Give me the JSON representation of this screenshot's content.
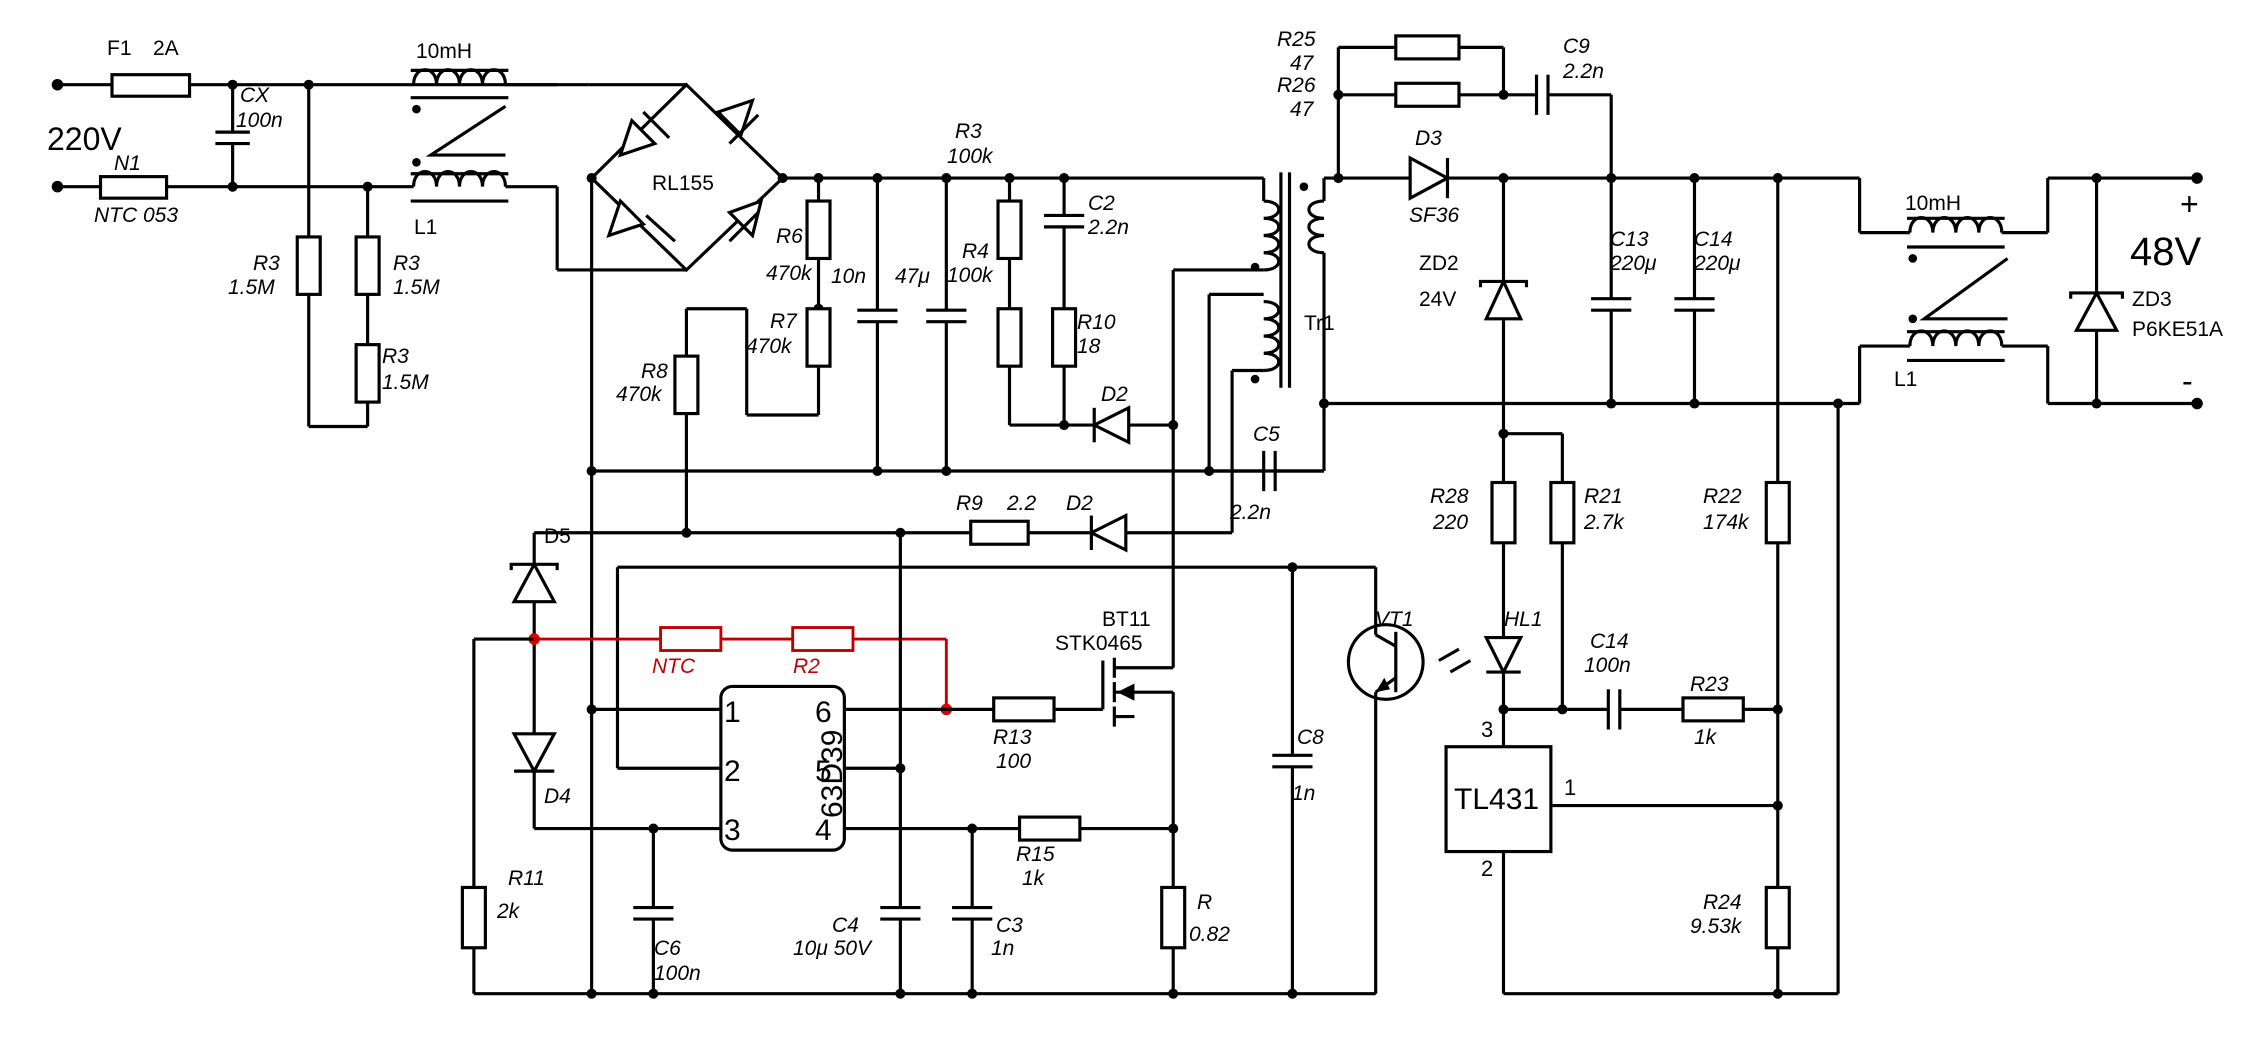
{
  "labels": {
    "f1": "F1",
    "f1v": "2A",
    "cx": "CX",
    "cxv": "100n",
    "v220": "220V",
    "n1": "N1",
    "n1v": "NTC 053",
    "l_top": "10mH",
    "l1": "L1",
    "r3a": "R3",
    "r3av": "1.5M",
    "r3b": "R3",
    "r3bv": "1.5M",
    "r3c": "R3",
    "r3cv": "1.5M",
    "rl155": "RL155",
    "r6": "R6",
    "r6v": "470k",
    "r7": "R7",
    "r7v": "470k",
    "r8": "R8",
    "r8v": "470k",
    "c10n": "10n",
    "c47": "47μ",
    "r3top": "R3",
    "r3topv": "100k",
    "r4": "R4",
    "r4v": "100k",
    "c2": "C2",
    "c2v": "2.2n",
    "r10": "R10",
    "r10v": "18",
    "d2a": "D2",
    "d2b": "D2",
    "r9": "R9",
    "r9v": "2.2",
    "c5": "C5",
    "c5v": "2.2n",
    "tr1": "Tr1",
    "r25": "R25",
    "r25v": "47",
    "r26": "R26",
    "r26v": "47",
    "c9": "C9",
    "c9v": "2.2n",
    "d3": "D3",
    "d3v": "SF36",
    "zd2": "ZD2",
    "zd2v": "24V",
    "c13": "C13",
    "c13v": "220μ",
    "c14": "C14",
    "c14v": "220μ",
    "l_out": "10mH",
    "l1_out": "L1",
    "zd3": "ZD3",
    "zd3v": "P6KE51A",
    "v48": "48V",
    "plus": "+",
    "minus": "-",
    "d5": "D5",
    "d4": "D4",
    "ntc": "NTC",
    "r2": "R2",
    "bt11": "BT11",
    "stk": "STK0465",
    "ic": "63D39",
    "p1": "1",
    "p2": "2",
    "p3": "3",
    "p4": "4",
    "p5": "5",
    "p6": "6",
    "r13": "R13",
    "r13v": "100",
    "r15": "R15",
    "r15v": "1k",
    "r": "R",
    "rv": "0.82",
    "c4": "C4",
    "c4v": "10μ 50V",
    "c3": "C3",
    "c3v": "1n",
    "c6": "C6",
    "c6v": "100n",
    "r11": "R11",
    "r11v": "2k",
    "c8": "C8",
    "c8v": "1n",
    "vt1": "VT1",
    "hl1": "HL1",
    "r28": "R28",
    "r28v": "220",
    "r21": "R21",
    "r21v": "2.7k",
    "r22": "R22",
    "r22v": "174k",
    "c14b": "C14",
    "c14bv": "100n",
    "r23": "R23",
    "r23v": "1k",
    "tl431": "TL431",
    "t1": "1",
    "t2": "2",
    "t3": "3",
    "r24": "R24",
    "r24v": "9.53k"
  }
}
